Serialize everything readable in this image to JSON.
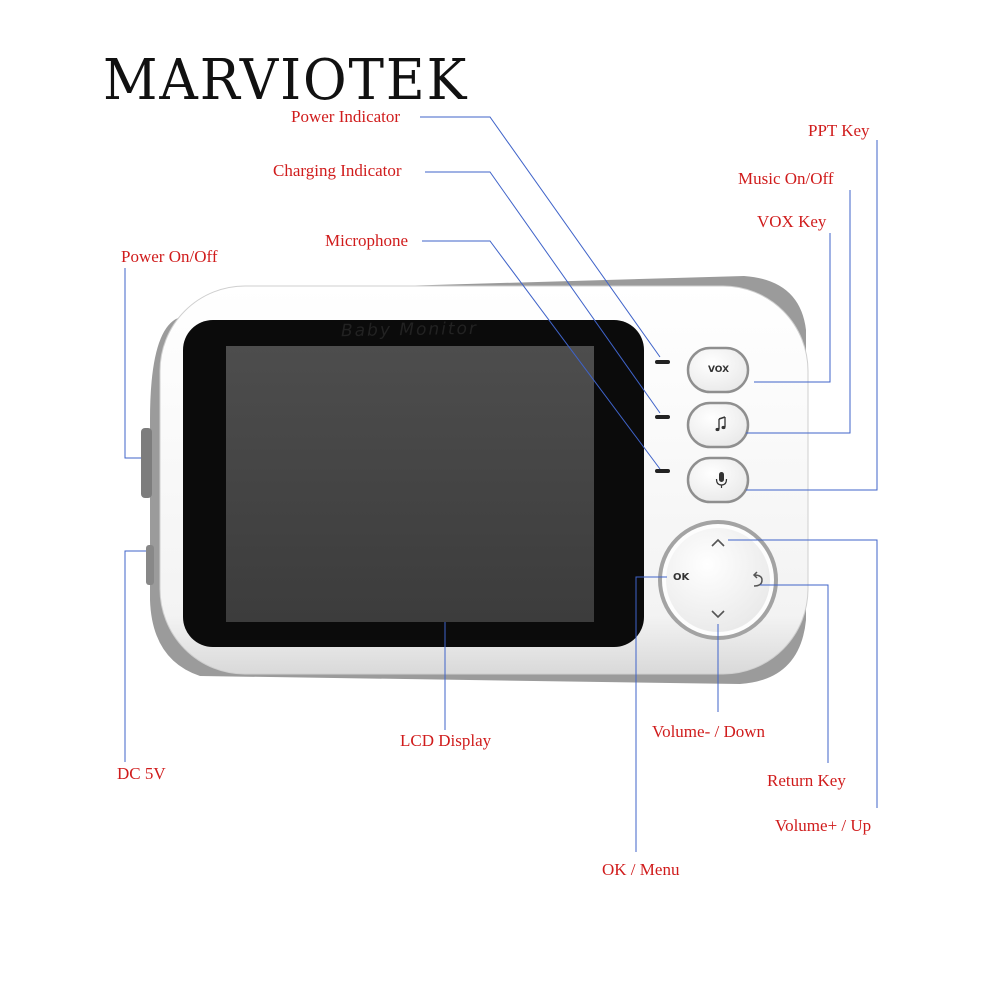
{
  "brand": {
    "logo_text": "MARVIOTEK"
  },
  "device": {
    "silkscreen": "Baby Monitor",
    "buttons": {
      "vox_label": "VOX",
      "music_icon": "music-note-icon",
      "mic_icon": "microphone-icon",
      "ok_label": "OK",
      "up_icon": "chevron-up-icon",
      "down_icon": "chevron-down-icon",
      "return_icon": "return-arrow-icon"
    }
  },
  "callouts": {
    "power_indicator": "Power Indicator",
    "charging_indicator": "Charging Indicator",
    "microphone": "Microphone",
    "power_on_off": "Power On/Off",
    "ppt_key": "PPT Key",
    "music_on_off": "Music On/Off",
    "vox_key": "VOX Key",
    "lcd_display": "LCD Display",
    "volume_down": "Volume- / Down",
    "return_key": "Return Key",
    "volume_up": "Volume+ / Up",
    "dc_5v": "DC 5V",
    "ok_menu": "OK / Menu"
  },
  "colors": {
    "label_text": "#d01c1c",
    "leader_line": "#3f63c9",
    "device_shell": "#f7f7f7",
    "device_rim": "#8a8a8a",
    "screen": "#474747",
    "bezel": "#0b0b0b"
  }
}
